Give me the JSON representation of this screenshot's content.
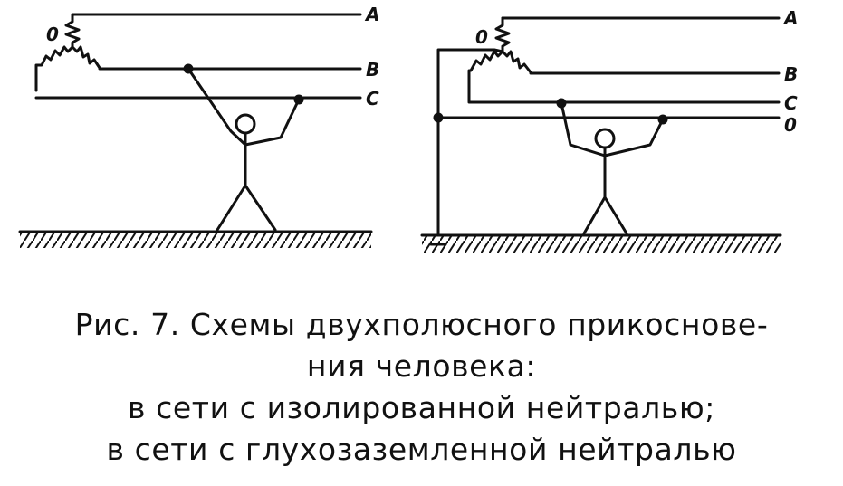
{
  "left_scheme": {
    "neutral_label": "0",
    "phase_labels": [
      "A",
      "B",
      "C"
    ]
  },
  "right_scheme": {
    "neutral_label": "0",
    "phase_labels": [
      "A",
      "B",
      "C",
      "0"
    ]
  },
  "caption": {
    "line1": "Рис. 7. Схемы двухполюсного прикоснове-",
    "line2": "ния человека:",
    "line3": "в сети с изолированной нейтралью;",
    "line4": "в сети с глухозаземленной нейтралью"
  },
  "colors": {
    "ink": "#111111",
    "paper": "#ffffff"
  }
}
